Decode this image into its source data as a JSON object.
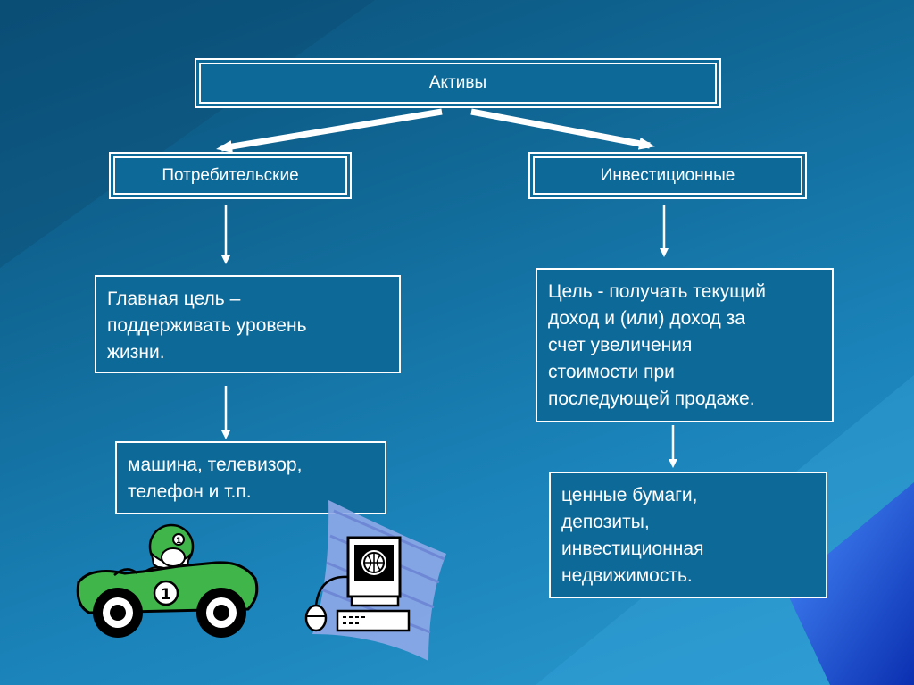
{
  "diagram": {
    "root": {
      "label": "Активы"
    },
    "left": {
      "title": "Потребительские",
      "goal": "Главная цель –\nподдерживать уровень\nжизни.",
      "examples": "машина, телевизор,\nтелефон и т.п."
    },
    "right": {
      "title": "Инвестиционные",
      "goal": "Цель - получать текущий\nдоход и (или) доход за\nсчет увеличения\nстоимости при\nпоследующей продаже.",
      "examples": "ценные бумаги,\nдепозиты,\nинвестиционная\nнедвижимость."
    }
  },
  "illustrations": {
    "car_number": "1",
    "car_color": "#3fb54a",
    "computer_ribbon_color": "#8fa8e8"
  },
  "colors": {
    "accent_blue": "#1a4ed6",
    "box_border": "#ffffff"
  }
}
